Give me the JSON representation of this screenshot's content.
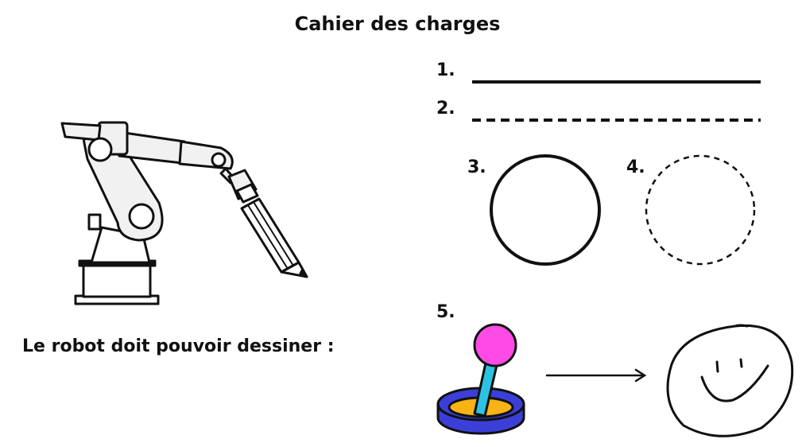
{
  "title": "Cahier des charges",
  "subtitle": "Le robot doit pouvoir dessiner :",
  "items": [
    {
      "label": "1.",
      "shape": "solid-line"
    },
    {
      "label": "2.",
      "shape": "dashed-line"
    },
    {
      "label": "3.",
      "shape": "solid-circle"
    },
    {
      "label": "4.",
      "shape": "dashed-circle"
    },
    {
      "label": "5.",
      "shape": "joystick-to-smiley"
    }
  ],
  "colors": {
    "ink": "#111111",
    "joystick_knob": "#ff4be6",
    "joystick_stick": "#2cc3e2",
    "joystick_base": "#3b3fd8",
    "joystick_ring": "#f9b315"
  },
  "icons": [
    "robot-arm-icon",
    "pencil-icon",
    "joystick-icon",
    "arrow-right-icon",
    "smiley-icon"
  ]
}
